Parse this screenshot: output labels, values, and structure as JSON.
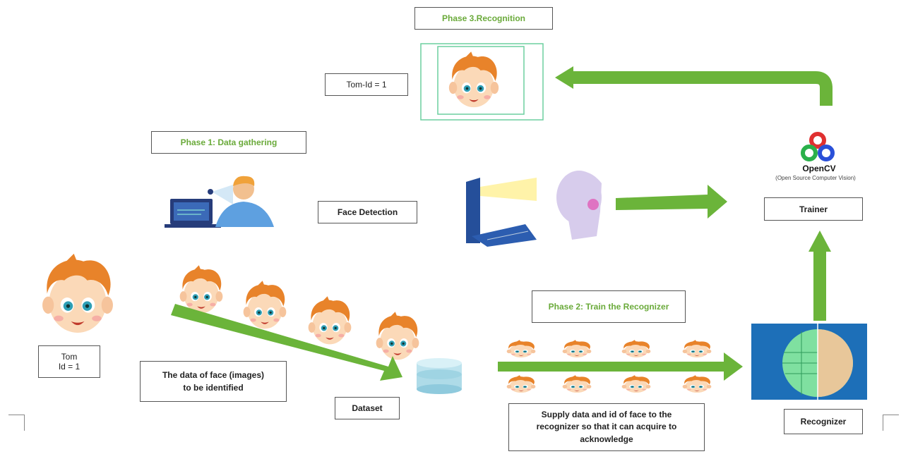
{
  "labels": {
    "phase3": "Phase 3.Recognition",
    "phase1": "Phase 1: Data gathering",
    "phase2": "Phase 2: Train the Recognizer",
    "tom_id_top": "Tom-Id = 1",
    "face_detection": "Face Detection",
    "tom_name": "Tom",
    "tom_id": "Id = 1",
    "data_of_face": "The data of face (images) to be identified",
    "dataset": "Dataset",
    "supply_data": "Supply data and id of face to the recognizer so that it can acquire to acknowledge",
    "recognizer": "Recognizer",
    "trainer": "Trainer",
    "opencv_name": "OpenCV",
    "opencv_sub": "(Open Source Computer Vision)"
  },
  "colors": {
    "arrow": "#6bb43a",
    "phase_text": "#6aaa3a",
    "hair": "#e8832a",
    "skin": "#fbd9b8",
    "eye": "#2e9fb5",
    "recognizer_bg": "#1d6fb8"
  },
  "icons": [
    "face-icon",
    "person-at-laptop-icon",
    "laptop-scanning-head-icon",
    "database-icon",
    "opencv-logo-icon",
    "3d-face-mesh-icon"
  ]
}
